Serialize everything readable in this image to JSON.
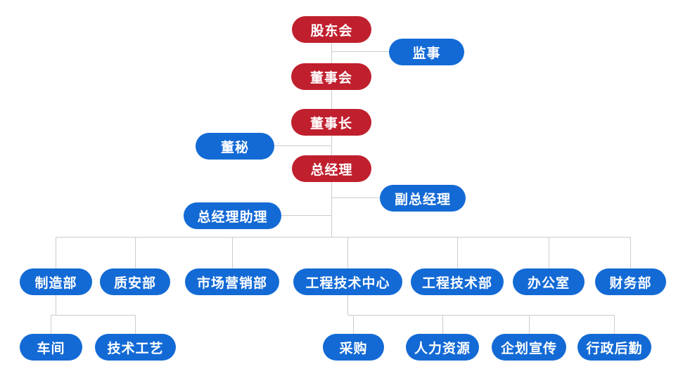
{
  "chart": {
    "type": "org-chart",
    "colors": {
      "executive": "#c0202e",
      "department": "#136ad5",
      "connector": "#cccccc",
      "text": "#ffffff"
    },
    "nodes": {
      "shareholders": {
        "label": "股东会",
        "level": "executive"
      },
      "supervisor": {
        "label": "监事",
        "level": "department"
      },
      "board": {
        "label": "董事会",
        "level": "executive"
      },
      "chairman": {
        "label": "董事长",
        "level": "executive"
      },
      "board_secretary": {
        "label": "董秘",
        "level": "department"
      },
      "general_manager": {
        "label": "总经理",
        "level": "executive"
      },
      "deputy_gm": {
        "label": "副总经理",
        "level": "department"
      },
      "gm_assistant": {
        "label": "总经理助理",
        "level": "department"
      },
      "manufacturing": {
        "label": "制造部",
        "level": "department"
      },
      "quality_safety": {
        "label": "质安部",
        "level": "department"
      },
      "marketing": {
        "label": "市场营销部",
        "level": "department"
      },
      "engineering_center": {
        "label": "工程技术中心",
        "level": "department"
      },
      "engineering_dept": {
        "label": "工程技术部",
        "level": "department"
      },
      "office": {
        "label": "办公室",
        "level": "department"
      },
      "finance": {
        "label": "财务部",
        "level": "department"
      },
      "workshop": {
        "label": "车间",
        "level": "department"
      },
      "tech_craft": {
        "label": "技术工艺",
        "level": "department"
      },
      "procurement": {
        "label": "采购",
        "level": "department"
      },
      "hr": {
        "label": "人力资源",
        "level": "department"
      },
      "planning_publicity": {
        "label": "企划宣传",
        "level": "department"
      },
      "admin_logistics": {
        "label": "行政后勤",
        "level": "department"
      }
    }
  }
}
